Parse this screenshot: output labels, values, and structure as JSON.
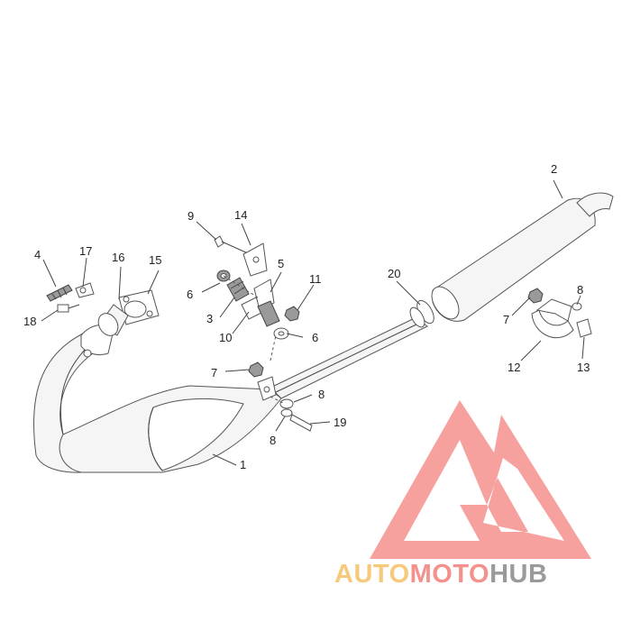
{
  "callouts": [
    {
      "id": "c1",
      "label": "1"
    },
    {
      "id": "c2",
      "label": "2"
    },
    {
      "id": "c3",
      "label": "3"
    },
    {
      "id": "c4",
      "label": "4"
    },
    {
      "id": "c5",
      "label": "5"
    },
    {
      "id": "c6a",
      "label": "6"
    },
    {
      "id": "c6b",
      "label": "6"
    },
    {
      "id": "c7a",
      "label": "7"
    },
    {
      "id": "c7b",
      "label": "7"
    },
    {
      "id": "c8a",
      "label": "8"
    },
    {
      "id": "c8b",
      "label": "8"
    },
    {
      "id": "c8c",
      "label": "8"
    },
    {
      "id": "c9",
      "label": "9"
    },
    {
      "id": "c10",
      "label": "10"
    },
    {
      "id": "c11",
      "label": "11"
    },
    {
      "id": "c12",
      "label": "12"
    },
    {
      "id": "c13",
      "label": "13"
    },
    {
      "id": "c14",
      "label": "14"
    },
    {
      "id": "c15",
      "label": "15"
    },
    {
      "id": "c16",
      "label": "16"
    },
    {
      "id": "c17",
      "label": "17"
    },
    {
      "id": "c18",
      "label": "18"
    },
    {
      "id": "c19",
      "label": "19"
    },
    {
      "id": "c20",
      "label": "20"
    }
  ],
  "watermark": {
    "part1": "AUTO",
    "part2": "MOTO",
    "part3": "HUB",
    "color_part1": "#f7c97a",
    "color_part2": "#f4918d",
    "color_part3": "#9a9a9a",
    "logo_color": "#f4918d"
  }
}
